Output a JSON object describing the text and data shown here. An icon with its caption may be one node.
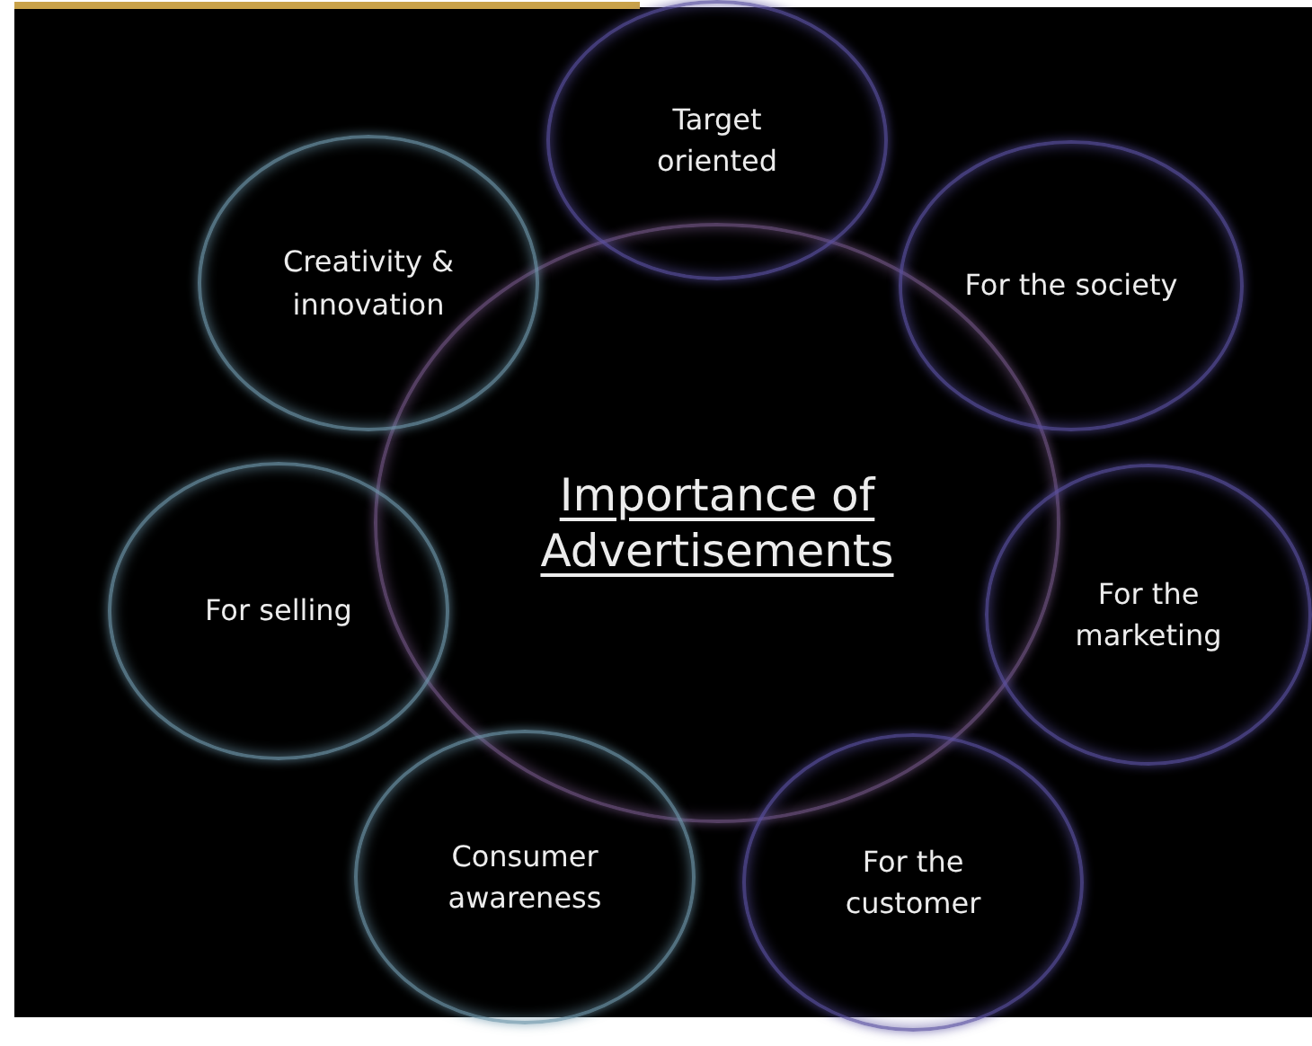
{
  "diagram": {
    "nodes": [
      {
        "text": [
          "Importance of Advertisements"
        ]
      },
      {
        "text": [
          "Target oriented"
        ]
      },
      {
        "text": [
          "For the society"
        ]
      },
      {
        "text": [
          "For the marketing"
        ]
      },
      {
        "text": [
          "For the customer"
        ]
      },
      {
        "text": [
          "Consumer awareness"
        ]
      },
      {
        "text": [
          "For selling"
        ]
      },
      {
        "text": [
          "Creativity & innovation"
        ]
      }
    ]
  }
}
